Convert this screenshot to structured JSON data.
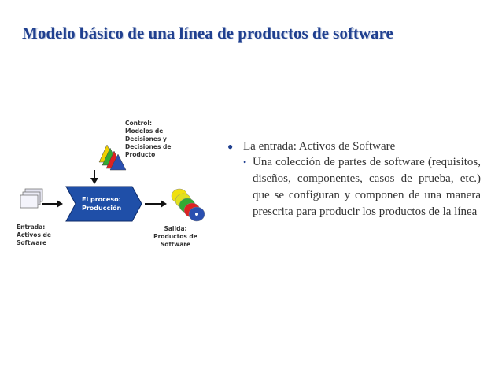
{
  "title": "Modelo básico de una línea de productos de software",
  "diagram": {
    "control_lines": [
      "Control:",
      "Modelos de",
      "Decisiones y",
      "Decisiones de",
      "Producto"
    ],
    "process_lines": [
      "El proceso:",
      "Producción"
    ],
    "input_lines": [
      "Entrada:",
      "Activos de",
      "Software"
    ],
    "output_lines": [
      "Salida:",
      "Productos de",
      "Software"
    ]
  },
  "bullet_main": "La entrada: Activos de Software",
  "bullet_sub": "Una colección de partes de software (requisitos, diseños, componentes, casos de prueba, etc.) que se configuran y componen de una manera prescrita para producir los productos de la línea",
  "colors": {
    "title": "#1f3f8f",
    "process_fill": "#1f4fa8"
  }
}
